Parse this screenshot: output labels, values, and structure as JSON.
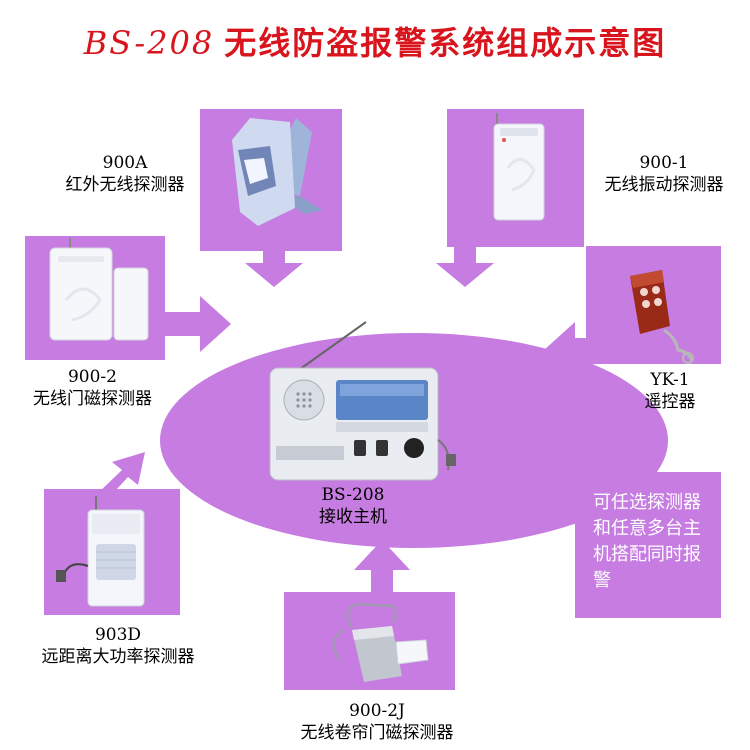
{
  "title": {
    "model": "BS-208",
    "text": "无线防盗报警系统组成示意图"
  },
  "center": {
    "model": "BS-208",
    "name": "接收主机"
  },
  "devices": [
    {
      "model": "900A",
      "name": "红外无线探测器"
    },
    {
      "model": "900-1",
      "name": "无线振动探测器"
    },
    {
      "model": "900-2",
      "name": "无线门磁探测器"
    },
    {
      "model": "YK-1",
      "name": "遥控器"
    },
    {
      "model": "903D",
      "name": "远距离大功率探测器"
    },
    {
      "model": "900-2J",
      "name": "无线卷帘门磁探测器"
    }
  ],
  "note": "可任选探测器和任意多台主机搭配同时报警",
  "colors": {
    "title": "#d8141c",
    "panel": "#c67ce0",
    "note_text": "#ffffff"
  }
}
